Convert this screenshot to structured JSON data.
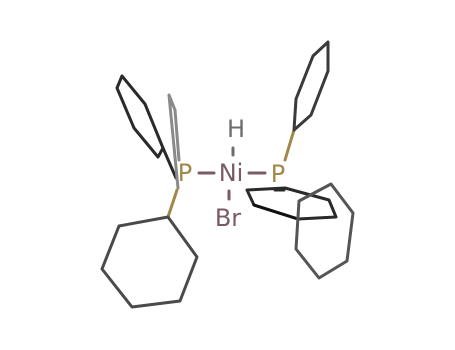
{
  "atoms": {
    "ni": {
      "label": "Ni",
      "color": "#7a5a63"
    },
    "p_left": {
      "label": "P",
      "color": "#a08848"
    },
    "p_right": {
      "label": "P",
      "color": "#a08848"
    },
    "h": {
      "label": "H",
      "color": "#6d6d6d"
    },
    "br": {
      "label": "Br",
      "color": "#7a5a63"
    }
  },
  "colors": {
    "bond_dark": "#2a2a2a",
    "bond_mid": "#4a4a4a",
    "bond_light": "#7a7a7a",
    "p_bond": "#a08848",
    "ni_bond": "#7a5a63"
  }
}
